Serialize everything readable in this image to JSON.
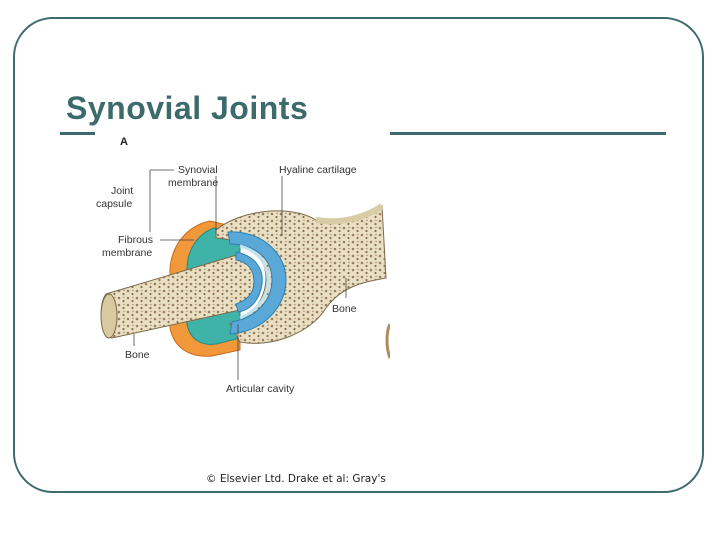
{
  "slide": {
    "title": "Synovial Joints",
    "credit": "© Elsevier Ltd. Drake et al: Gray's"
  },
  "figure": {
    "panel_label": "A",
    "labels": {
      "synovial_membrane_1": "Synovial",
      "synovial_membrane_2": "membrane",
      "hyaline_cartilage": "Hyaline cartilage",
      "joint_capsule_1": "Joint",
      "joint_capsule_2": "capsule",
      "fibrous_membrane_1": "Fibrous",
      "fibrous_membrane_2": "membrane",
      "bone_right": "Bone",
      "bone_left": "Bone",
      "articular_cavity": "Articular cavity"
    },
    "colors": {
      "bone": "#e9dfc2",
      "bone_pores": "#9a8060",
      "cartilage": "#5aa8d8",
      "synovial": "#3fb3a8",
      "fibrous": "#f0983a",
      "frame": "#3d6b6b"
    }
  }
}
